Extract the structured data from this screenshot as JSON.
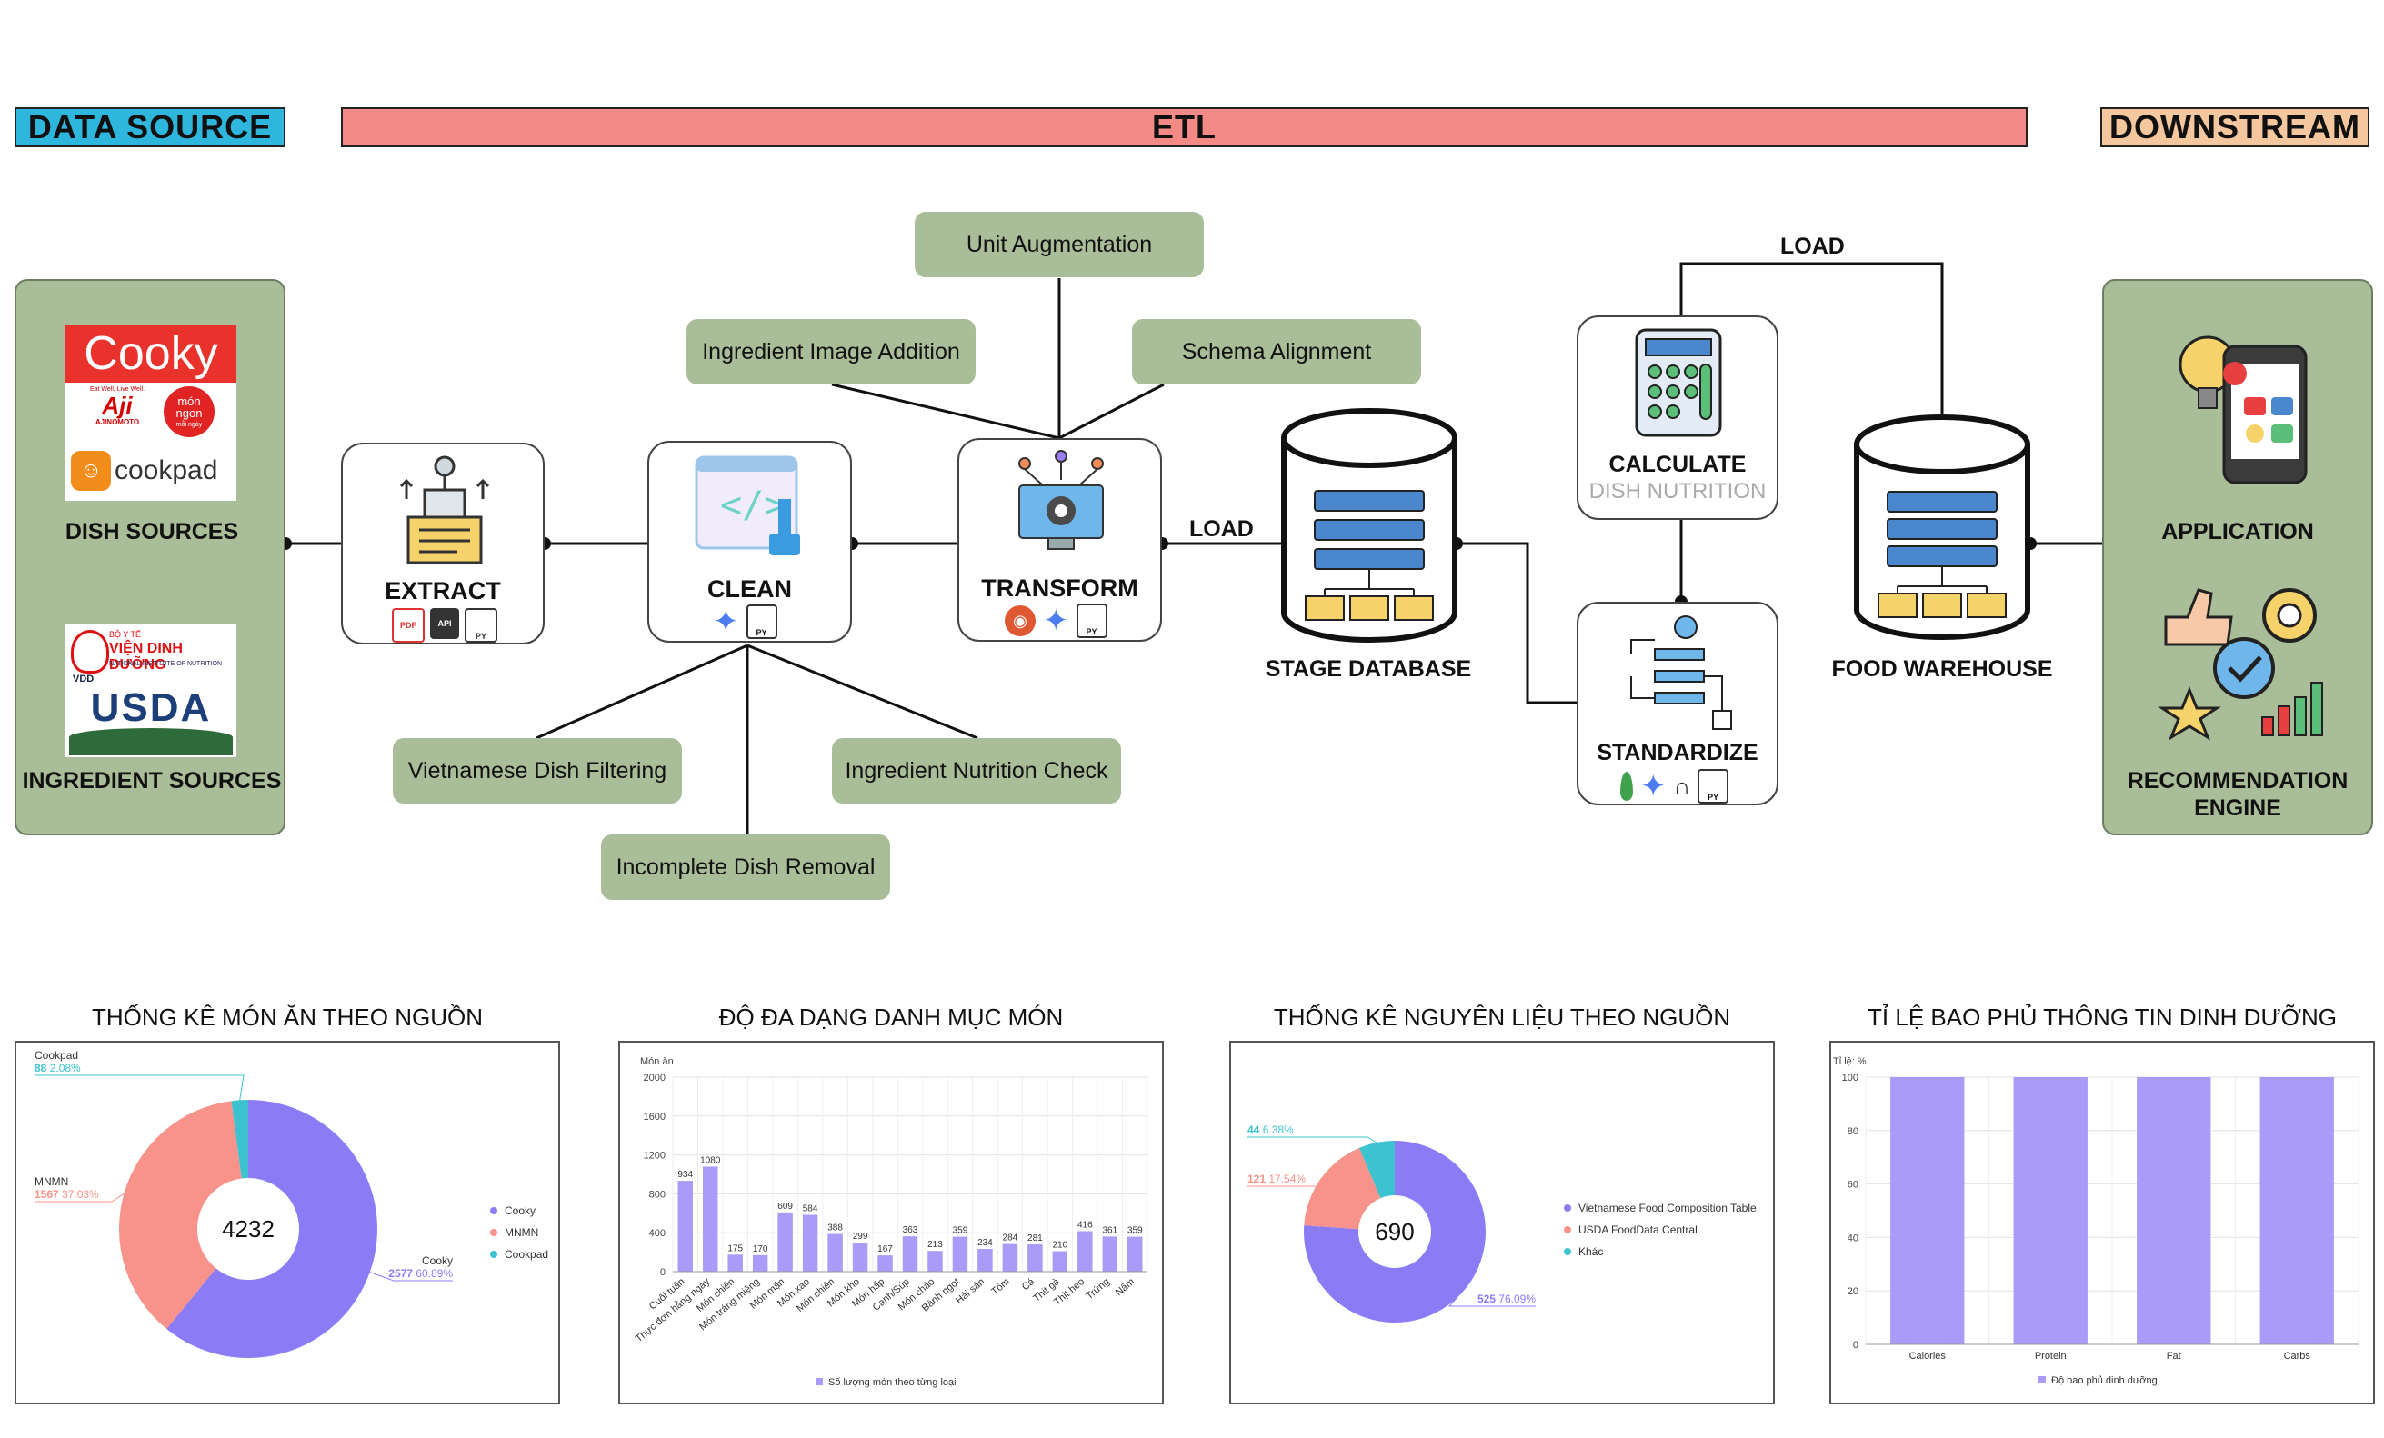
{
  "headers": {
    "data_source": "DATA SOURCE",
    "etl": "ETL",
    "downstream": "DOWNSTREAM"
  },
  "colors": {
    "data_source_bg": "#2fb6dc",
    "etl_bg": "#f38a86",
    "downstream_bg": "#f5c79e",
    "panel_bg": "#a9bd98",
    "purple": "#8b7cf6",
    "salmon": "#f7938a",
    "teal": "#3cc3cf"
  },
  "sources": {
    "dish_label": "DISH SOURCES",
    "ingredient_label": "INGREDIENT SOURCES",
    "logo_cooky": "Cooky",
    "logo_aji_tag": "Eat Well, Live Well.",
    "logo_aji": "Aji",
    "logo_ajinomoto": "AJINOMOTO",
    "logo_monngon_1": "món",
    "logo_monngon_2": "ngon",
    "logo_monngon_3": "mỗi ngày",
    "logo_cookpad": "cookpad",
    "logo_byte": "BỘ Y TẾ",
    "logo_vdd": "VIỆN DINH DƯỠNG",
    "logo_vdd_en": "NATIONAL INSTITUTE OF NUTRITION",
    "logo_vdd_short": "VDD",
    "logo_usda": "USDA"
  },
  "pipeline": {
    "extract": "EXTRACT",
    "clean": "CLEAN",
    "transform": "TRANSFORM",
    "stage_db": "STAGE DATABASE",
    "calculate_1": "CALCULATE",
    "calculate_2": "DISH NUTRITION",
    "standardize": "STANDARDIZE",
    "warehouse": "FOOD WAREHOUSE",
    "load_1": "LOAD",
    "load_2": "LOAD",
    "badge_pdf": "PDF",
    "badge_api": "API",
    "badge_py": "PY"
  },
  "transform_steps": {
    "unit": "Unit Augmentation",
    "image": "Ingredient Image Addition",
    "schema": "Schema Alignment"
  },
  "clean_steps": {
    "filter": "Vietnamese Dish Filtering",
    "nutrition": "Ingredient Nutrition Check",
    "incomplete": "Incomplete Dish Removal"
  },
  "downstream": {
    "application": "APPLICATION",
    "recommendation_1": "RECOMMENDATION",
    "recommendation_2": "ENGINE"
  },
  "chart_titles": {
    "c1": "THỐNG KÊ MÓN ĂN THEO NGUỒN",
    "c2": "ĐỘ ĐA DẠNG DANH MỤC MÓN",
    "c3": "THỐNG KÊ NGUYÊN LIỆU THEO NGUỒN",
    "c4": "TỈ LỆ BAO PHỦ THÔNG TIN DINH DƯỠNG"
  },
  "chart_data": [
    {
      "type": "pie",
      "title": "THỐNG KÊ MÓN ĂN THEO NGUỒN",
      "total_label": "4232",
      "slices": [
        {
          "name": "Cooky",
          "value": 2577,
          "percent": "60.89%",
          "color": "#8b7cf6"
        },
        {
          "name": "MNMN",
          "value": 1567,
          "percent": "37.03%",
          "color": "#f7938a"
        },
        {
          "name": "Cookpad",
          "value": 88,
          "percent": "2.08%",
          "color": "#3cc3cf"
        }
      ],
      "legend": "right"
    },
    {
      "type": "bar",
      "title": "ĐỘ ĐA DẠNG DANH MỤC MÓN",
      "ylabel": "Món ăn",
      "ylim": [
        0,
        2000
      ],
      "yticks": [
        0,
        400,
        800,
        1200,
        1600,
        2000
      ],
      "categories": [
        "Cuối tuần",
        "Thực đơn hằng ngày",
        "Món chiên",
        "Món tráng miệng",
        "Món mặn",
        "Món xào",
        "Món chiên",
        "Món kho",
        "Món hấp",
        "Canh/Súp",
        "Món cháo",
        "Bánh ngọt",
        "Hải sản",
        "Tôm",
        "Cá",
        "Thịt gà",
        "Thịt heo",
        "Trứng",
        "Nấm"
      ],
      "values": [
        934,
        1080,
        175,
        170,
        609,
        584,
        388,
        299,
        167,
        363,
        213,
        359,
        234,
        284,
        281,
        210,
        416,
        361,
        359
      ],
      "series_name": "Số lượng món theo từng loại",
      "color": "#a99bf7",
      "grid": true
    },
    {
      "type": "pie",
      "title": "THỐNG KÊ NGUYÊN LIỆU THEO NGUỒN",
      "total_label": "690",
      "slices": [
        {
          "name": "Vietnamese Food Composition Table",
          "value": 525,
          "percent": "76.09%",
          "color": "#8b7cf6"
        },
        {
          "name": "USDA FoodData Central",
          "value": 121,
          "percent": "17.54%",
          "color": "#f7938a"
        },
        {
          "name": "Khác",
          "value": 44,
          "percent": "6.38%",
          "color": "#3cc3cf"
        }
      ],
      "legend": "right"
    },
    {
      "type": "bar",
      "title": "TỈ LỆ BAO PHỦ THÔNG TIN DINH DƯỠNG",
      "ylabel": "Tỉ lệ: %",
      "ylim": [
        0,
        100
      ],
      "yticks": [
        0,
        20,
        40,
        60,
        80,
        100
      ],
      "categories": [
        "Calories",
        "Protein",
        "Fat",
        "Carbs"
      ],
      "values": [
        100,
        100,
        100,
        100
      ],
      "series_name": "Độ bao phủ dinh dưỡng",
      "color": "#a99bf7",
      "grid": true
    }
  ]
}
